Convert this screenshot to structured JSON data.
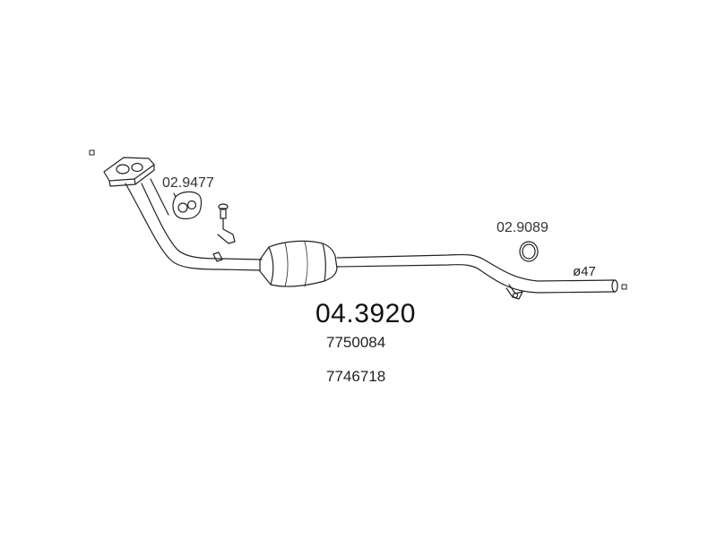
{
  "part": {
    "main_code": "04.3920",
    "oe_numbers": [
      "7750084",
      "7746718"
    ]
  },
  "components": {
    "gasket_front": {
      "code": "02.9477"
    },
    "gasket_rear": {
      "code": "02.9089"
    }
  },
  "dimension": {
    "outlet_diameter": "ø47"
  },
  "colors": {
    "line": "#222222",
    "background": "#ffffff"
  }
}
